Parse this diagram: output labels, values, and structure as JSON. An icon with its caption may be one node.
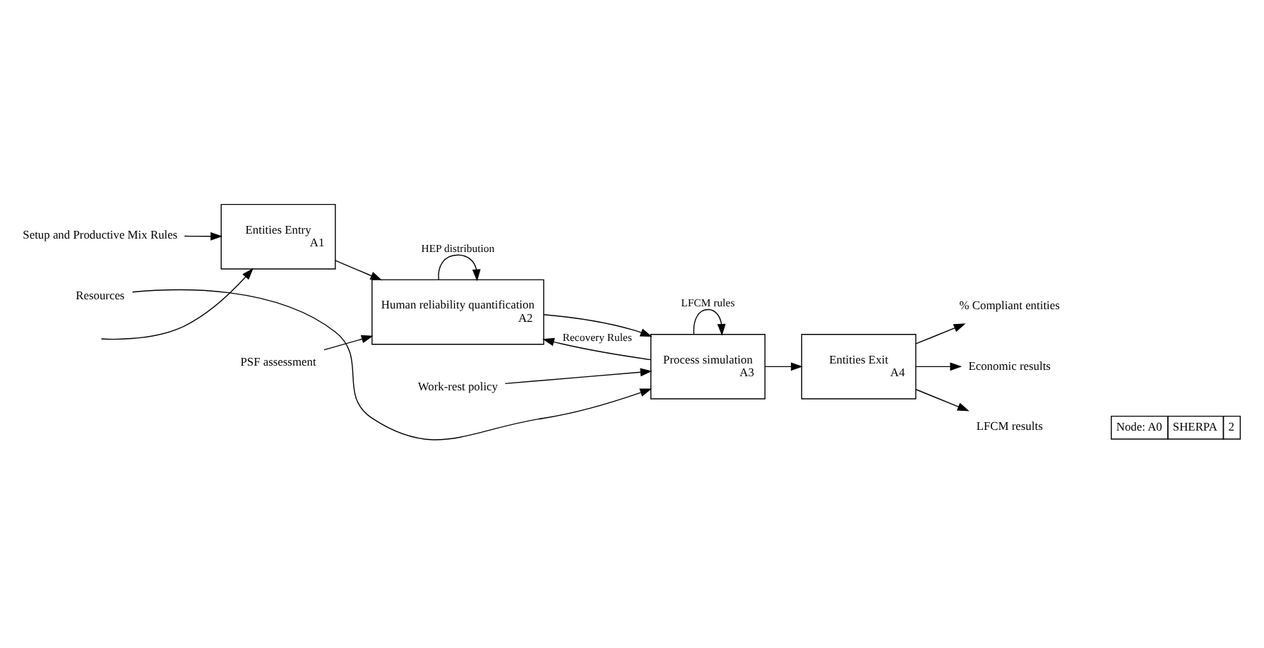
{
  "diagram": {
    "nodes": [
      {
        "text": [
          "Setup and Productive Mix Rules"
        ]
      },
      {
        "text": [
          "Entities Entry",
          "A1"
        ]
      },
      {
        "text": [
          "PSF assessment"
        ]
      },
      {
        "text": [
          "Human reliability quantification",
          "A2"
        ]
      },
      {
        "text": [
          "Work-rest policy"
        ]
      },
      {
        "text": [
          "Process simulation",
          "A3"
        ]
      },
      {
        "text": [
          "Resources"
        ]
      },
      {
        "text": [
          "Entities Exit",
          "A4"
        ]
      },
      {
        "text": [
          "% Compliant entities"
        ]
      },
      {
        "text": [
          "Economic results"
        ]
      },
      {
        "text": [
          "LFCM results"
        ]
      }
    ],
    "edges": [
      {
        "from": null,
        "to": 1,
        "arrow": "to"
      },
      {
        "from": 0,
        "to": 1,
        "arrow": "to"
      },
      {
        "from": 1,
        "to": 3,
        "arrow": "to"
      },
      {
        "from": 2,
        "to": 3,
        "arrow": "to"
      },
      {
        "from": 3,
        "to": 3,
        "arrow": "to",
        "label": "HEP distribution"
      },
      {
        "from": 5,
        "to": 3,
        "arrow": "to",
        "label": "Recovery Rules"
      },
      {
        "from": 3,
        "to": 5,
        "arrow": "to"
      },
      {
        "from": 4,
        "to": 5,
        "arrow": "to"
      },
      {
        "from": 5,
        "to": 5,
        "arrow": "to",
        "label": "LFCM rules"
      },
      {
        "from": 6,
        "to": 5,
        "arrow": "to"
      },
      {
        "from": 5,
        "to": 7,
        "arrow": "to"
      },
      {
        "from": 7,
        "to": 8,
        "arrow": "to"
      },
      {
        "from": 7,
        "to": 9,
        "arrow": "to"
      },
      {
        "from": 7,
        "to": 10,
        "arrow": "to"
      }
    ],
    "labels": [
      "Node: A0",
      "SHERPA",
      "2"
    ]
  }
}
